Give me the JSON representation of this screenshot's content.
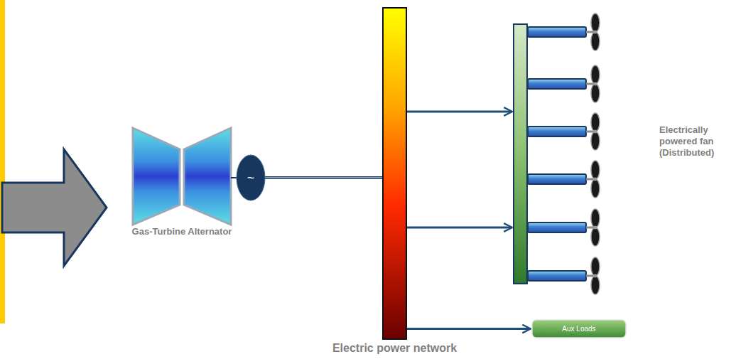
{
  "diagram": {
    "nodes": [
      {
        "text": [
          "~"
        ]
      },
      {
        "text": [
          "Electric power network"
        ]
      },
      {
        "text": [
          "Electrically powered fan (Distributed)"
        ]
      },
      {
        "text": [
          "Aux Loads"
        ]
      }
    ],
    "edges": [
      {
        "from": 0,
        "to": 1,
        "arrow": "none"
      },
      {
        "from": 1,
        "to": 2,
        "arrow": "to"
      },
      {
        "from": 1,
        "to": 2,
        "arrow": "to"
      },
      {
        "from": 1,
        "to": 3,
        "arrow": "to"
      }
    ],
    "labels": [
      "Gas-Turbine Alternator"
    ]
  }
}
